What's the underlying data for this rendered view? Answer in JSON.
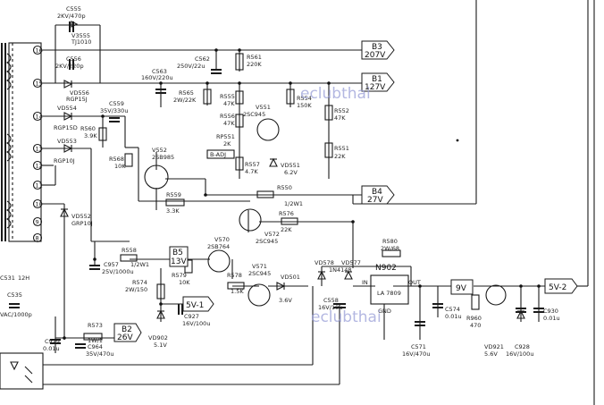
{
  "watermarks": [
    "eclubthai",
    "eclubthai"
  ],
  "output_tags": [
    {
      "name": "B3",
      "voltage": "207V"
    },
    {
      "name": "B1",
      "voltage": "127V"
    },
    {
      "name": "B4",
      "voltage": "27V"
    },
    {
      "name": "B2",
      "voltage": "26V"
    },
    {
      "name": "B5",
      "voltage": "13V"
    },
    {
      "name": "",
      "voltage": "5V-1"
    },
    {
      "name": "",
      "voltage": "9V"
    },
    {
      "name": "",
      "voltage": "5V-2"
    }
  ],
  "ic": {
    "name": "N902",
    "part": "LA 7809",
    "pins": [
      "IN",
      "OUT",
      "GND"
    ]
  },
  "adjust_label": "B-ADJ",
  "pins_left": [
    "16",
    "15",
    "14",
    "13",
    "12",
    "11",
    "10",
    "9",
    "8"
  ],
  "components": [
    {
      "ref": "C555",
      "value": "2KV/470p"
    },
    {
      "ref": "V3555",
      "value": "TJ1010"
    },
    {
      "ref": "C556",
      "value": "2KV/220p"
    },
    {
      "ref": "VD556",
      "value": "RGP15J"
    },
    {
      "ref": "VD554",
      "value": "RGP15D"
    },
    {
      "ref": "VD553",
      "value": "RGP10J"
    },
    {
      "ref": "VD552",
      "value": "GRP10J"
    },
    {
      "ref": "C562",
      "value": "250V/22u"
    },
    {
      "ref": "R561",
      "value": "220K"
    },
    {
      "ref": "C563",
      "value": "160V/220u"
    },
    {
      "ref": "R565",
      "value": "2W/22K"
    },
    {
      "ref": "R555",
      "value": "47K"
    },
    {
      "ref": "V551",
      "value": "2SC945"
    },
    {
      "ref": "R556",
      "value": "47K"
    },
    {
      "ref": "R554",
      "value": "150K"
    },
    {
      "ref": "R552",
      "value": "47K"
    },
    {
      "ref": "R551",
      "value": "22K"
    },
    {
      "ref": "C559",
      "value": "35V/330u"
    },
    {
      "ref": "R560",
      "value": "3.9K"
    },
    {
      "ref": "RP551",
      "value": "2K"
    },
    {
      "ref": "R557",
      "value": "4.7K"
    },
    {
      "ref": "VD551",
      "value": "6.2V"
    },
    {
      "ref": "R568",
      "value": "10K"
    },
    {
      "ref": "V552",
      "value": "2SB985"
    },
    {
      "ref": "R559",
      "value": "3.3K"
    },
    {
      "ref": "R550",
      "value": "1/2W1"
    },
    {
      "ref": "R576",
      "value": "22K"
    },
    {
      "ref": "V572",
      "value": "2SC945"
    },
    {
      "ref": "R580",
      "value": "2W/68"
    },
    {
      "ref": "R558",
      "value": "1/2W1"
    },
    {
      "ref": "C957",
      "value": "25V/1000u"
    },
    {
      "ref": "V570",
      "value": "2SB764"
    },
    {
      "ref": "R579",
      "value": "10K"
    },
    {
      "ref": "V571",
      "value": "2SC945"
    },
    {
      "ref": "R578",
      "value": "1.5K"
    },
    {
      "ref": "VD501",
      "value": "3.6V"
    },
    {
      "ref": "R574",
      "value": "2W/150"
    },
    {
      "ref": "C927",
      "value": "16V/100u"
    },
    {
      "ref": "VD902",
      "value": "5.1V"
    },
    {
      "ref": "C558",
      "value": "16V/10u"
    },
    {
      "ref": "VD578",
      "value": "1N4148"
    },
    {
      "ref": "VD577",
      "value": ""
    },
    {
      "ref": "C574",
      "value": "0.01u"
    },
    {
      "ref": "C571",
      "value": "16V/470u"
    },
    {
      "ref": "R960",
      "value": "470"
    },
    {
      "ref": "VD921",
      "value": "5.6V"
    },
    {
      "ref": "C928",
      "value": "16V/100u"
    },
    {
      "ref": "C930",
      "value": "0.01u"
    },
    {
      "ref": "R573",
      "value": "1W/1"
    },
    {
      "ref": "C964",
      "value": "35V/470u"
    },
    {
      "ref": "C929",
      "value": "0.01u"
    },
    {
      "ref": "C531",
      "value": "12H"
    },
    {
      "ref": "C535",
      "value": "VAC/1000p"
    }
  ]
}
